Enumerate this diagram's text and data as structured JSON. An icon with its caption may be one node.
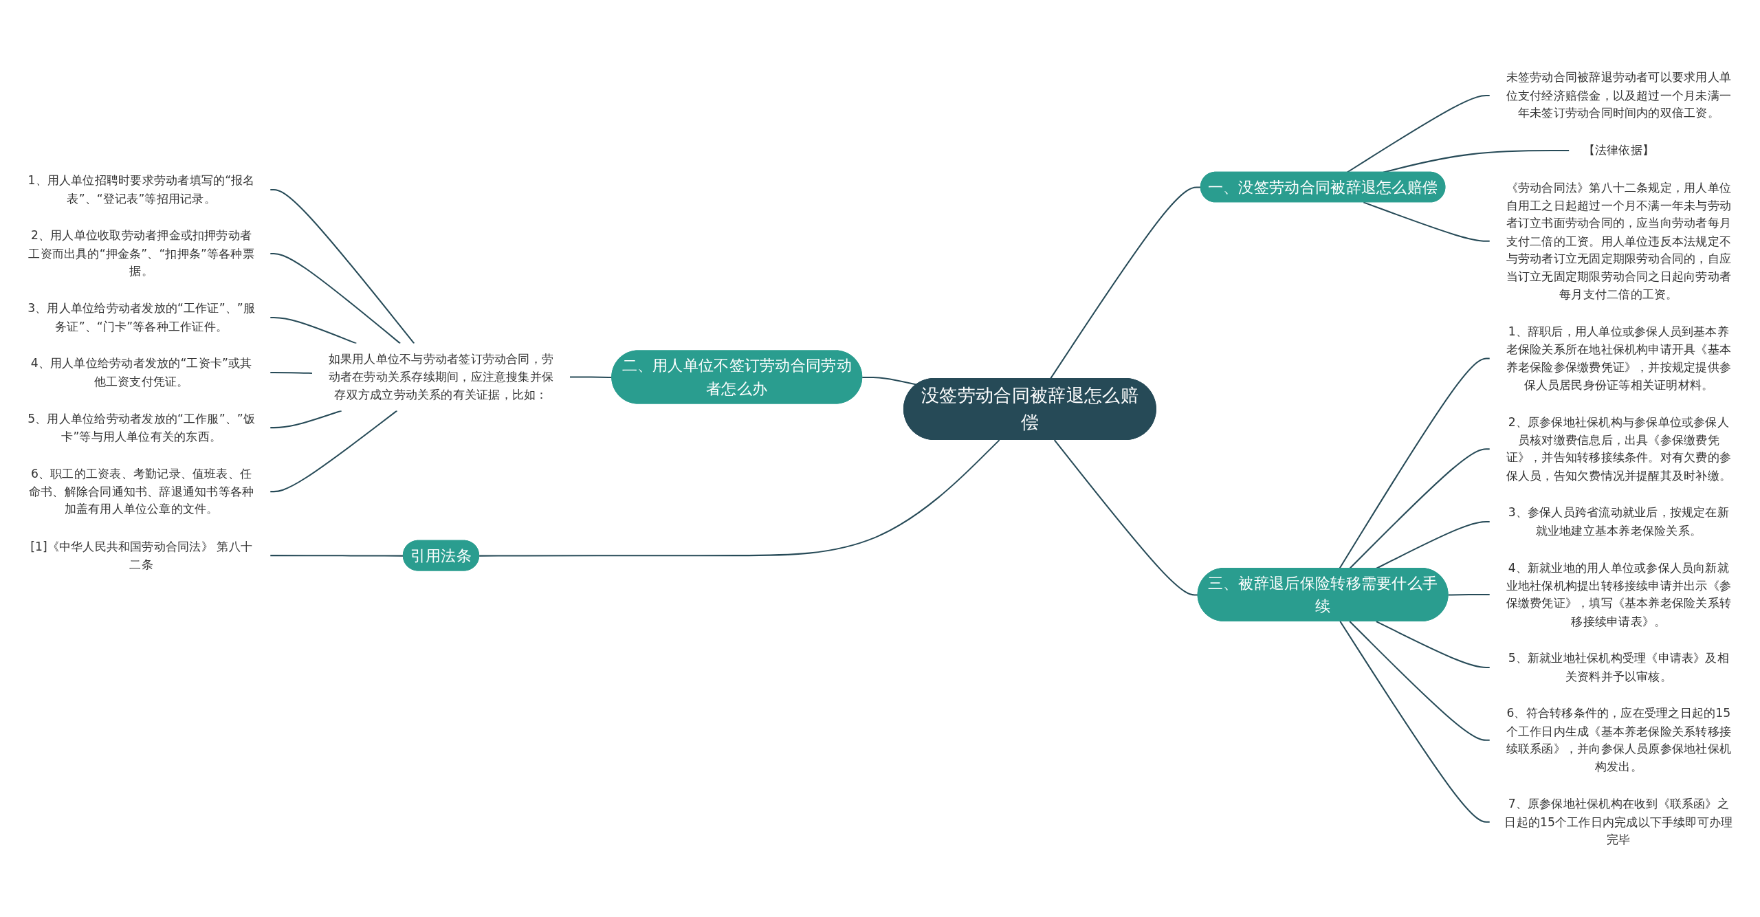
{
  "diagram": {
    "nodes": [
      {
        "text": [
          "没签劳动合同被辞退怎么赔偿"
        ]
      },
      {
        "text": [
          "一、没签劳动合同被辞退怎么赔偿"
        ]
      },
      {
        "text": [
          "未签劳动合同被辞退劳动者可以要求用人单位支付经济赔偿金，以及超过一个月未满一年未签订劳动合同时间内的双倍工资。"
        ]
      },
      {
        "text": [
          "【法律依据】"
        ]
      },
      {
        "text": [
          "《劳动合同法》第八十二条规定，用人单位自用工之日起超过一个月不满一年未与劳动者订立书面劳动合同的，应当向劳动者每月支付二倍的工资。用人单位违反本法规定不与劳动者订立无固定期限劳动合同的，自应当订立无固定期限劳动合同之日起向劳动者每月支付二倍的工资。"
        ]
      },
      {
        "text": [
          "二、用人单位不签订劳动合同劳动者怎么办"
        ]
      },
      {
        "text": [
          "如果用人单位不与劳动者签订劳动合同，劳动者在劳动关系存续期间，应注意搜集并保存双方成立劳动关系的有关证据，比如："
        ]
      },
      {
        "text": [
          "1、用人单位招聘时要求劳动者填写的“报名表”、“登记表”等招用记录。"
        ]
      },
      {
        "text": [
          "2、用人单位收取劳动者押金或扣押劳动者工资而出具的“押金条”、“扣押条”等各种票据。"
        ]
      },
      {
        "text": [
          "3、用人单位给劳动者发放的“工作证”、”服务证”、“门卡”等各种工作证件。"
        ]
      },
      {
        "text": [
          "4、用人单位给劳动者发放的“工资卡”或其他工资支付凭证。"
        ]
      },
      {
        "text": [
          "5、用人单位给劳动者发放的“工作服”、”饭卡”等与用人单位有关的东西。"
        ]
      },
      {
        "text": [
          "6、职工的工资表、考勤记录、值班表、任命书、解除合同通知书、辞退通知书等各种加盖有用人单位公章的文件。"
        ]
      },
      {
        "text": [
          "三、被辞退后保险转移需要什么手续"
        ]
      },
      {
        "text": [
          "1、辞职后，用人单位或参保人员到基本养老保险关系所在地社保机构申请开具《基本养老保险参保缴费凭证》，并按规定提供参保人员居民身份证等相关证明材料。"
        ]
      },
      {
        "text": [
          "2、原参保地社保机构与参保单位或参保人员核对缴费信息后，出具《参保缴费凭证》，并告知转移接续条件。对有欠费的参保人员，告知欠费情况并提醒其及时补缴。"
        ]
      },
      {
        "text": [
          "3、参保人员跨省流动就业后，按规定在新就业地建立基本养老保险关系。"
        ]
      },
      {
        "text": [
          "4、新就业地的用人单位或参保人员向新就业地社保机构提出转移接续申请并出示《参保缴费凭证》，填写《基本养老保险关系转移接续申请表》。"
        ]
      },
      {
        "text": [
          "5、新就业地社保机构受理《申请表》及相关资料并予以审核。"
        ]
      },
      {
        "text": [
          "6、符合转移条件的，应在受理之日起的15个工作日内生成《基本养老保险关系转移接续联系函》，并向参保人员原参保地社保机构发出。"
        ]
      },
      {
        "text": [
          "7、原参保地社保机构在收到《联系函》之日起的15个工作日内完成以下手续即可办理完毕"
        ]
      },
      {
        "text": [
          "引用法条"
        ]
      },
      {
        "text": [
          "[1]《中华人民共和国劳动合同法》 第八十二条"
        ]
      }
    ],
    "edges": [
      {
        "from": 0,
        "to": 1,
        "arrow": "none"
      },
      {
        "from": 1,
        "to": 2,
        "arrow": "none"
      },
      {
        "from": 1,
        "to": 3,
        "arrow": "none"
      },
      {
        "from": 1,
        "to": 4,
        "arrow": "none"
      },
      {
        "from": 0,
        "to": 5,
        "arrow": "none"
      },
      {
        "from": 5,
        "to": 6,
        "arrow": "none"
      },
      {
        "from": 6,
        "to": 7,
        "arrow": "none"
      },
      {
        "from": 6,
        "to": 8,
        "arrow": "none"
      },
      {
        "from": 6,
        "to": 9,
        "arrow": "none"
      },
      {
        "from": 6,
        "to": 10,
        "arrow": "none"
      },
      {
        "from": 6,
        "to": 11,
        "arrow": "none"
      },
      {
        "from": 6,
        "to": 12,
        "arrow": "none"
      },
      {
        "from": 0,
        "to": 13,
        "arrow": "none"
      },
      {
        "from": 13,
        "to": 14,
        "arrow": "none"
      },
      {
        "from": 13,
        "to": 15,
        "arrow": "none"
      },
      {
        "from": 13,
        "to": 16,
        "arrow": "none"
      },
      {
        "from": 13,
        "to": 17,
        "arrow": "none"
      },
      {
        "from": 13,
        "to": 18,
        "arrow": "none"
      },
      {
        "from": 13,
        "to": 19,
        "arrow": "none"
      },
      {
        "from": 13,
        "to": 20,
        "arrow": "none"
      },
      {
        "from": 0,
        "to": 21,
        "arrow": "none"
      },
      {
        "from": 21,
        "to": 22,
        "arrow": "none"
      }
    ]
  }
}
